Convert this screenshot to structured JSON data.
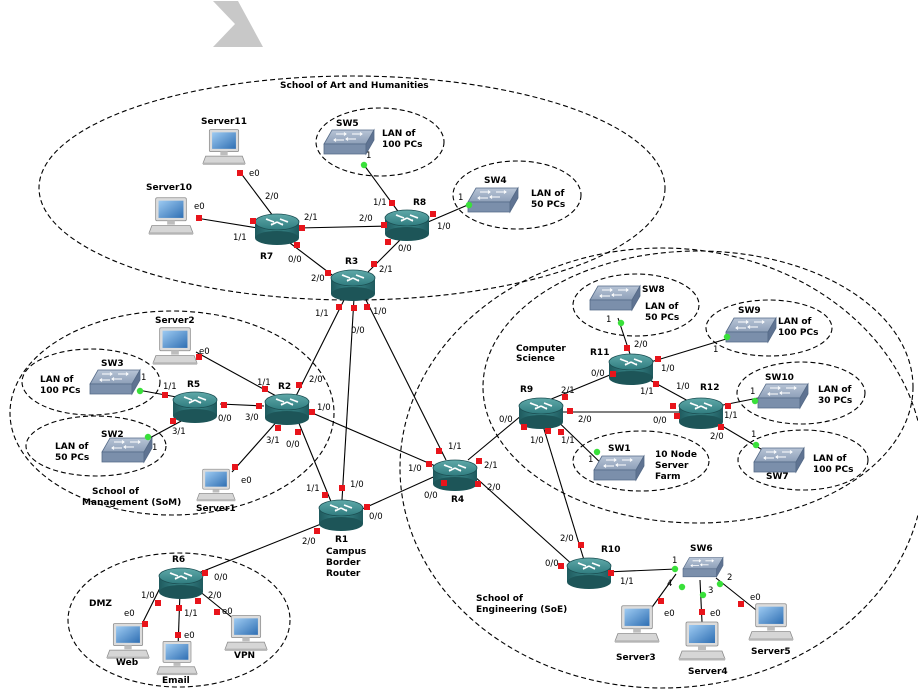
{
  "zones": {
    "art": "School of Art and Humanities",
    "som": [
      "School of",
      "Management (SoM)"
    ],
    "cs": [
      "Computer",
      "Science"
    ],
    "soe": [
      "School of",
      "Engineering (SoE)"
    ],
    "dmz": "DMZ",
    "border": [
      "Campus",
      "Border",
      "Router"
    ]
  },
  "devices": {
    "r1": "R1",
    "r2": "R2",
    "r3": "R3",
    "r4": "R4",
    "r5": "R5",
    "r6": "R6",
    "r7": "R7",
    "r8": "R8",
    "r9": "R9",
    "r10": "R10",
    "r11": "R11",
    "r12": "R12",
    "sw1": "SW1",
    "sw2": "SW2",
    "sw3": "SW3",
    "sw4": "SW4",
    "sw5": "SW5",
    "sw6": "SW6",
    "sw7": "SW7",
    "sw8": "SW8",
    "sw9": "SW9",
    "sw10": "SW10",
    "server1": "Server1",
    "server2": "Server2",
    "server3": "Server3",
    "server4": "Server4",
    "server5": "Server5",
    "server10": "Server10",
    "server11": "Server11",
    "web": "Web",
    "email": "Email",
    "vpn": "VPN"
  },
  "lans": {
    "sw5": [
      "LAN of",
      "100 PCs"
    ],
    "sw4": [
      "LAN of",
      "50 PCs"
    ],
    "sw3": [
      "LAN of",
      "100 PCs"
    ],
    "sw2": [
      "LAN of",
      "50 PCs"
    ],
    "sw8": [
      "LAN of",
      "50 PCs"
    ],
    "sw9": [
      "LAN of",
      "100 PCs"
    ],
    "sw10": [
      "LAN of",
      "30 PCs"
    ],
    "sw7": [
      "LAN of",
      "100 PCs"
    ],
    "sw1": [
      "10 Node",
      "Server",
      "Farm"
    ]
  },
  "ports": {
    "p_s11_e0": "e0",
    "p_r7_20": "2/0",
    "p_s10_e0": "e0",
    "p_r7_11": "1/1",
    "p_r7_21": "2/1",
    "p_r7_00": "0/0",
    "p_r8_20": "2/0",
    "p_r8_11": "1/1",
    "p_r8_10": "1/0",
    "p_r8_00": "0/0",
    "p_sw5_1": "1",
    "p_sw4_1": "1",
    "p_r3_20": "2/0",
    "p_r3_21": "2/1",
    "p_r3_11": "1/1",
    "p_r3_00": "0/0",
    "p_r3_10": "1/0",
    "p_s2_e0": "e0",
    "p_r2_11": "1/1",
    "p_r2_20": "2/0",
    "p_r2_30": "3/0",
    "p_r2_10": "1/0",
    "p_r2_31": "3/1",
    "p_r2_00": "0/0",
    "p_s1_e0": "e0",
    "p_sw3_1": "1",
    "p_r5_11": "1/1",
    "p_r5_00": "0/0",
    "p_r5_31": "3/1",
    "p_sw2_1": "1",
    "p_r1_11": "1/1",
    "p_r1_10": "1/0",
    "p_r1_00": "0/0",
    "p_r1_20": "2/0",
    "p_r4_11": "1/1",
    "p_r4_10": "1/0",
    "p_r4_21": "2/1",
    "p_r4_00": "0/0",
    "p_r4_20": "2/0",
    "p_r6_00": "0/0",
    "p_r6_10": "1/0",
    "p_r6_11": "1/1",
    "p_r6_20": "2/0",
    "p_web_e0": "e0",
    "p_email_e0": "e0",
    "p_vpn_e0": "e0",
    "p_r9_00": "0/0",
    "p_r9_21": "2/1",
    "p_r9_20": "2/0",
    "p_r9_10": "1/0",
    "p_r9_11": "1/1",
    "p_sw1_1": "1",
    "p_r11_20": "2/0",
    "p_r11_00": "0/0",
    "p_r11_10": "1/0",
    "p_r11_11": "1/1",
    "p_sw8_1": "1",
    "p_sw9_1": "1",
    "p_r12_10": "1/0",
    "p_r12_00": "0/0",
    "p_r12_11": "1/1",
    "p_r12_20": "2/0",
    "p_sw10_1": "1",
    "p_sw7_1": "1",
    "p_r10_20": "2/0",
    "p_r10_00": "0/0",
    "p_r10_11": "1/1",
    "p_sw6_1": "1",
    "p_sw6_4": "4",
    "p_sw6_3": "3",
    "p_sw6_2": "2",
    "p_s3_e0": "e0",
    "p_s4_e0": "e0",
    "p_s5_e0": "e0"
  },
  "colors": {
    "link": "#000000",
    "port_red": "#e8141b",
    "port_green": "#39e03a",
    "router_top": "#3d8e8f",
    "router_body": "#2b6f73",
    "switch": "#7f93ae",
    "zone_stroke": "#000000",
    "logo_gray": "#c8c8c8"
  }
}
